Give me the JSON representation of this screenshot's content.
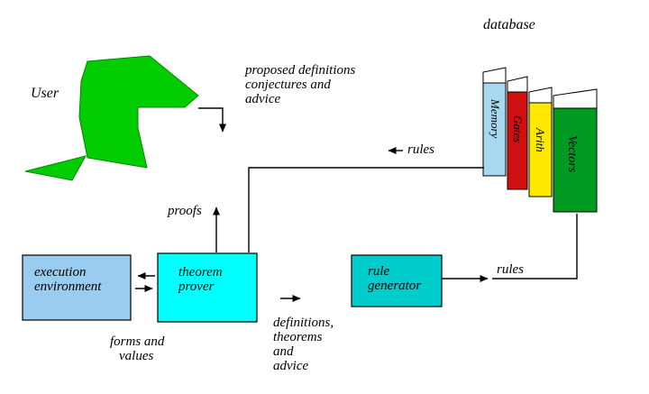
{
  "canvas": {
    "background": "#ffffff",
    "line_color": "#000000"
  },
  "user": {
    "label": "User",
    "color": "#00CC00"
  },
  "database": {
    "label": "database",
    "books": [
      {
        "title": "Memory",
        "color": "#A8D8F0"
      },
      {
        "title": "Gates",
        "color": "#D01010"
      },
      {
        "title": "Arith",
        "color": "#FFE800"
      },
      {
        "title": "Vectors",
        "color": "#009922"
      }
    ]
  },
  "boxes": {
    "execution_environment": {
      "lines": [
        "execution",
        "environment"
      ],
      "color": "#99CCEE"
    },
    "theorem_prover": {
      "lines": [
        "theorem",
        "prover"
      ],
      "color": "#00FFFF"
    },
    "rule_generator": {
      "lines": [
        "rule",
        "generator"
      ],
      "color": "#00CCCC"
    }
  },
  "flows": {
    "proposed": {
      "lines": [
        "proposed definitions",
        "conjectures and",
        "advice"
      ],
      "icon": "down-arrow"
    },
    "proofs": {
      "label": "proofs",
      "icon": "up-arrow"
    },
    "rules_to_prover": {
      "label": "rules",
      "icon": "left-arrow"
    },
    "rules_to_database": {
      "label": "rules",
      "icon": "right-arrow"
    },
    "forms_values": {
      "lines": [
        "forms and",
        "values"
      ]
    },
    "defs_theorems": {
      "lines": [
        "definitions,",
        "theorems",
        "and",
        "advice"
      ]
    }
  }
}
